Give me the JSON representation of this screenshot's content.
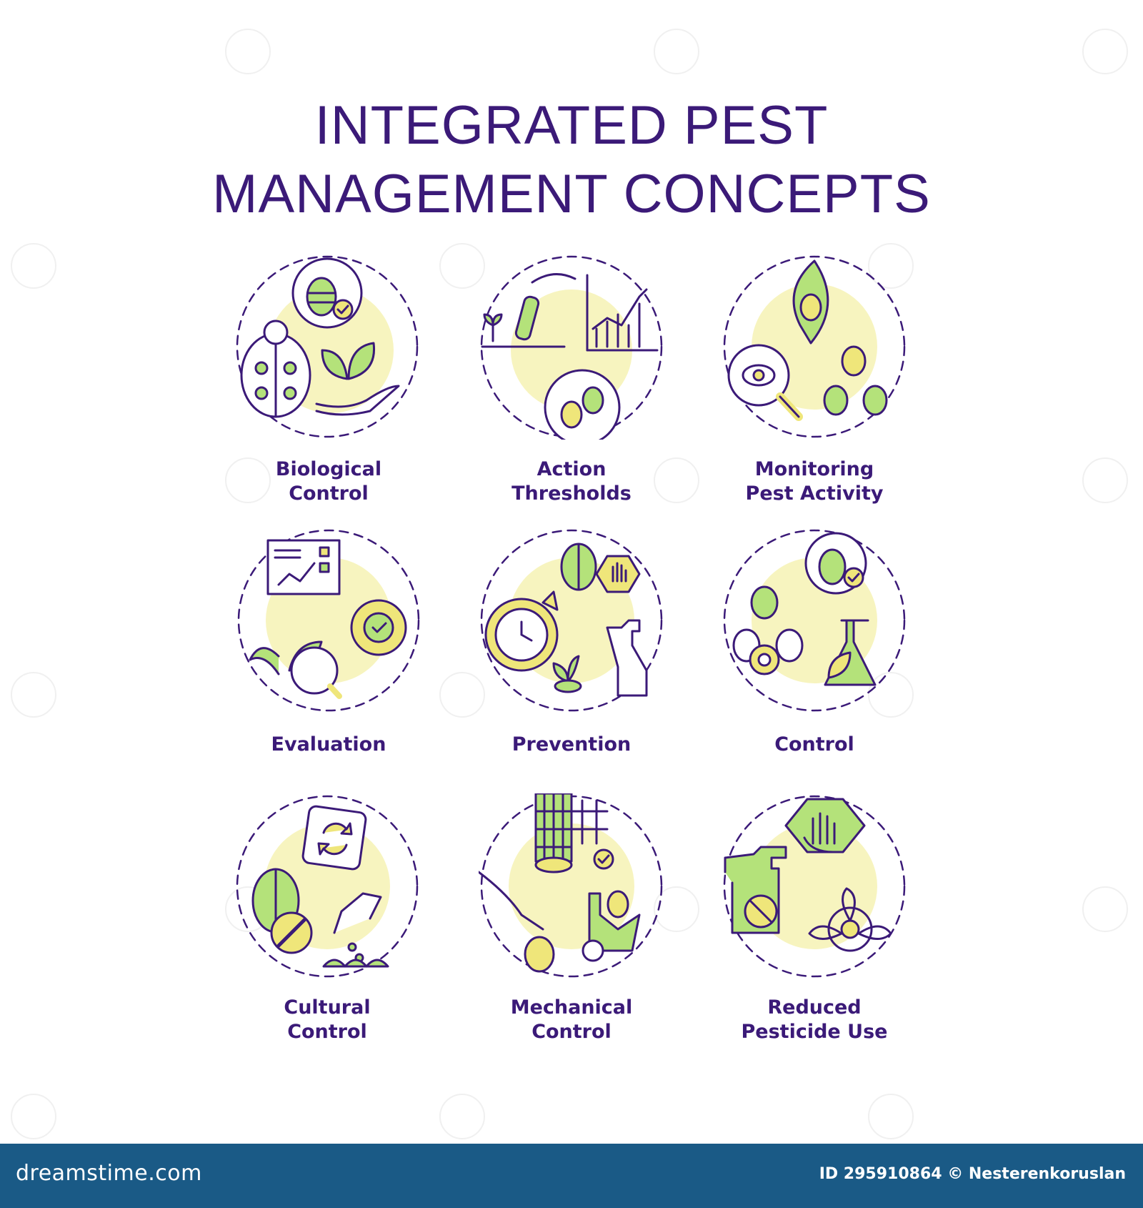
{
  "title": {
    "line1": "INTEGRATED PEST",
    "line2": "MANAGEMENT CONCEPTS"
  },
  "concepts": [
    {
      "line1": "Biological",
      "line2": "Control",
      "icon": "ladybug-bee-plant-hand-icon"
    },
    {
      "line1": "Action",
      "line2": "Thresholds",
      "icon": "soil-test-chart-bugs-icon"
    },
    {
      "line1": "Monitoring",
      "line2": "Pest Activity",
      "icon": "leaf-magnifier-bugs-icon"
    },
    {
      "line1": "Evaluation",
      "line2": "",
      "icon": "dashboard-gear-seedling-icon"
    },
    {
      "line1": "Prevention",
      "line2": "",
      "icon": "clock-beetle-stop-sprayer-icon"
    },
    {
      "line1": "Control",
      "line2": "",
      "icon": "bee-bugs-flask-icon"
    },
    {
      "line1": "Cultural",
      "line2": "Control",
      "icon": "beetle-forbidden-rotation-seeds-icon"
    },
    {
      "line1": "Mechanical",
      "line2": "Control",
      "icon": "net-roll-hand-trap-icon"
    },
    {
      "line1": "Reduced",
      "line2": "Pesticide Use",
      "icon": "stop-hand-sprayer-biohazard-icon"
    }
  ],
  "colors": {
    "outline": "#3b1a78",
    "yellow": "#f7f4bf",
    "yellow_fill": "#efe67a",
    "green_fill": "#b4e27a",
    "footer": "#1a5a86"
  },
  "footer": {
    "brand": "dreamstime.com",
    "credit": "ID 295910864 © Nesterenkoruslan"
  }
}
